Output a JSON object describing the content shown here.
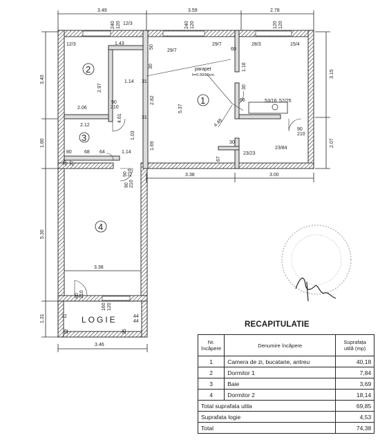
{
  "plan": {
    "rooms": [
      {
        "id": "room-1",
        "label": "1"
      },
      {
        "id": "room-2",
        "label": "2"
      },
      {
        "id": "room-3",
        "label": "3"
      },
      {
        "id": "room-4",
        "label": "4"
      }
    ],
    "logia_label": "LOGIE",
    "parapet_label": "parapet",
    "parapet_sub": "h=0.90/90cm",
    "dims_top": [
      "3.49",
      "3.59",
      "2.78"
    ],
    "dims_left": [
      "3.40",
      "1.80",
      "5.30",
      "1.31"
    ],
    "dims_right": [
      "3.15",
      "2.07"
    ],
    "dims_bottom_inner": [
      "3.38",
      "3.00"
    ],
    "dim_room4_width": "3.38",
    "dim_bottom": "3.46",
    "dims_inner": [
      "1.43",
      "50",
      "2.97",
      "1.14",
      "31",
      "30",
      "2.06",
      "2.12",
      "90",
      "210",
      "4.61",
      "2.82",
      "5.37",
      "1.03",
      "31",
      "1.69",
      "80",
      "68",
      "64",
      "1.14",
      "27",
      "20",
      "90",
      "210",
      "90",
      "210",
      "1.16",
      "60",
      "30",
      "66",
      "4.48",
      "30",
      "67",
      "44",
      "90",
      "210",
      "80",
      "210",
      "160",
      "120",
      "32",
      "44",
      "25",
      "12"
    ],
    "wall_tags": [
      "12/3",
      "12/3",
      "29/7",
      "29/7",
      "28/3",
      "15/4",
      "53/16",
      "57/25",
      "23/23",
      "23/84"
    ],
    "top_openings": [
      "240",
      "120",
      "240",
      "120",
      "120",
      "120"
    ]
  },
  "recap": {
    "title": "RECAPITULATIE",
    "header": {
      "nr": "Nr. încăpere",
      "name": "Denumire încăpere",
      "area": "Suprafața utilă (mp)"
    },
    "rows": [
      {
        "nr": "1",
        "name": "Camera de zi, bucatarie, antreu",
        "area": "40,18"
      },
      {
        "nr": "2",
        "name": "Dormitor 1",
        "area": "7,84"
      },
      {
        "nr": "3",
        "name": "Baie",
        "area": "3,69"
      },
      {
        "nr": "4",
        "name": "Dormitor 2",
        "area": "18,14"
      }
    ],
    "totals": [
      {
        "label": "Total suprafata utila",
        "value": "69,85"
      },
      {
        "label": "Suprafata logie",
        "value": "4,53"
      },
      {
        "label": "Total",
        "value": "74,38"
      }
    ]
  }
}
